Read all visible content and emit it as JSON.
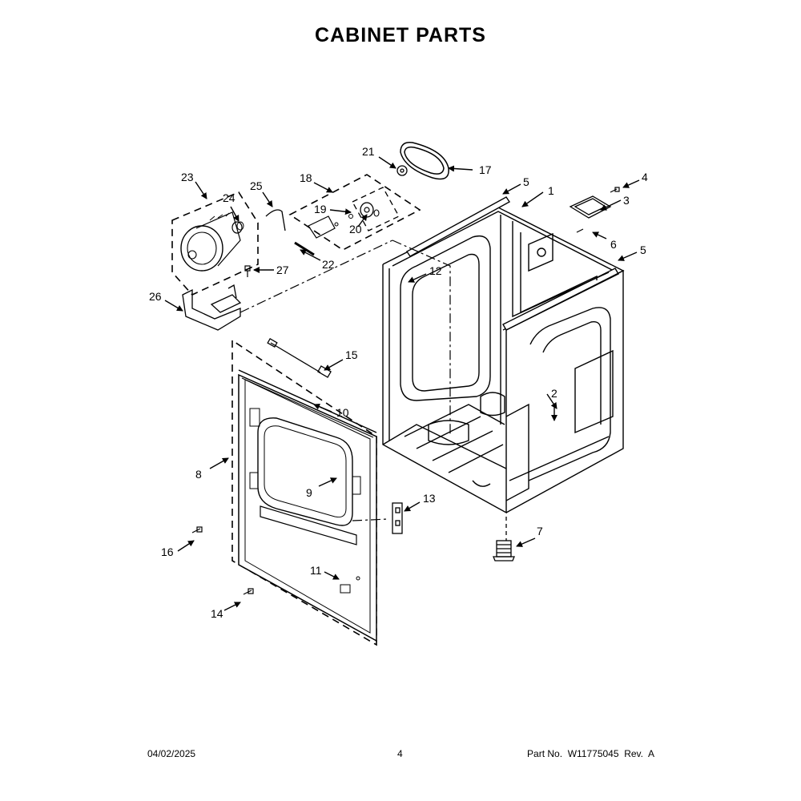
{
  "title": "CABINET PARTS",
  "callouts": [
    "1",
    "2",
    "3",
    "4",
    "5",
    "5",
    "6",
    "7",
    "8",
    "9",
    "10",
    "11",
    "12",
    "13",
    "14",
    "15",
    "16",
    "17",
    "18",
    "19",
    "20",
    "21",
    "22",
    "23",
    "24",
    "25",
    "26",
    "27"
  ],
  "footer": {
    "date": "04/02/2025",
    "page": "4",
    "part_number": "Part No.  W11775045  Rev.  A"
  }
}
